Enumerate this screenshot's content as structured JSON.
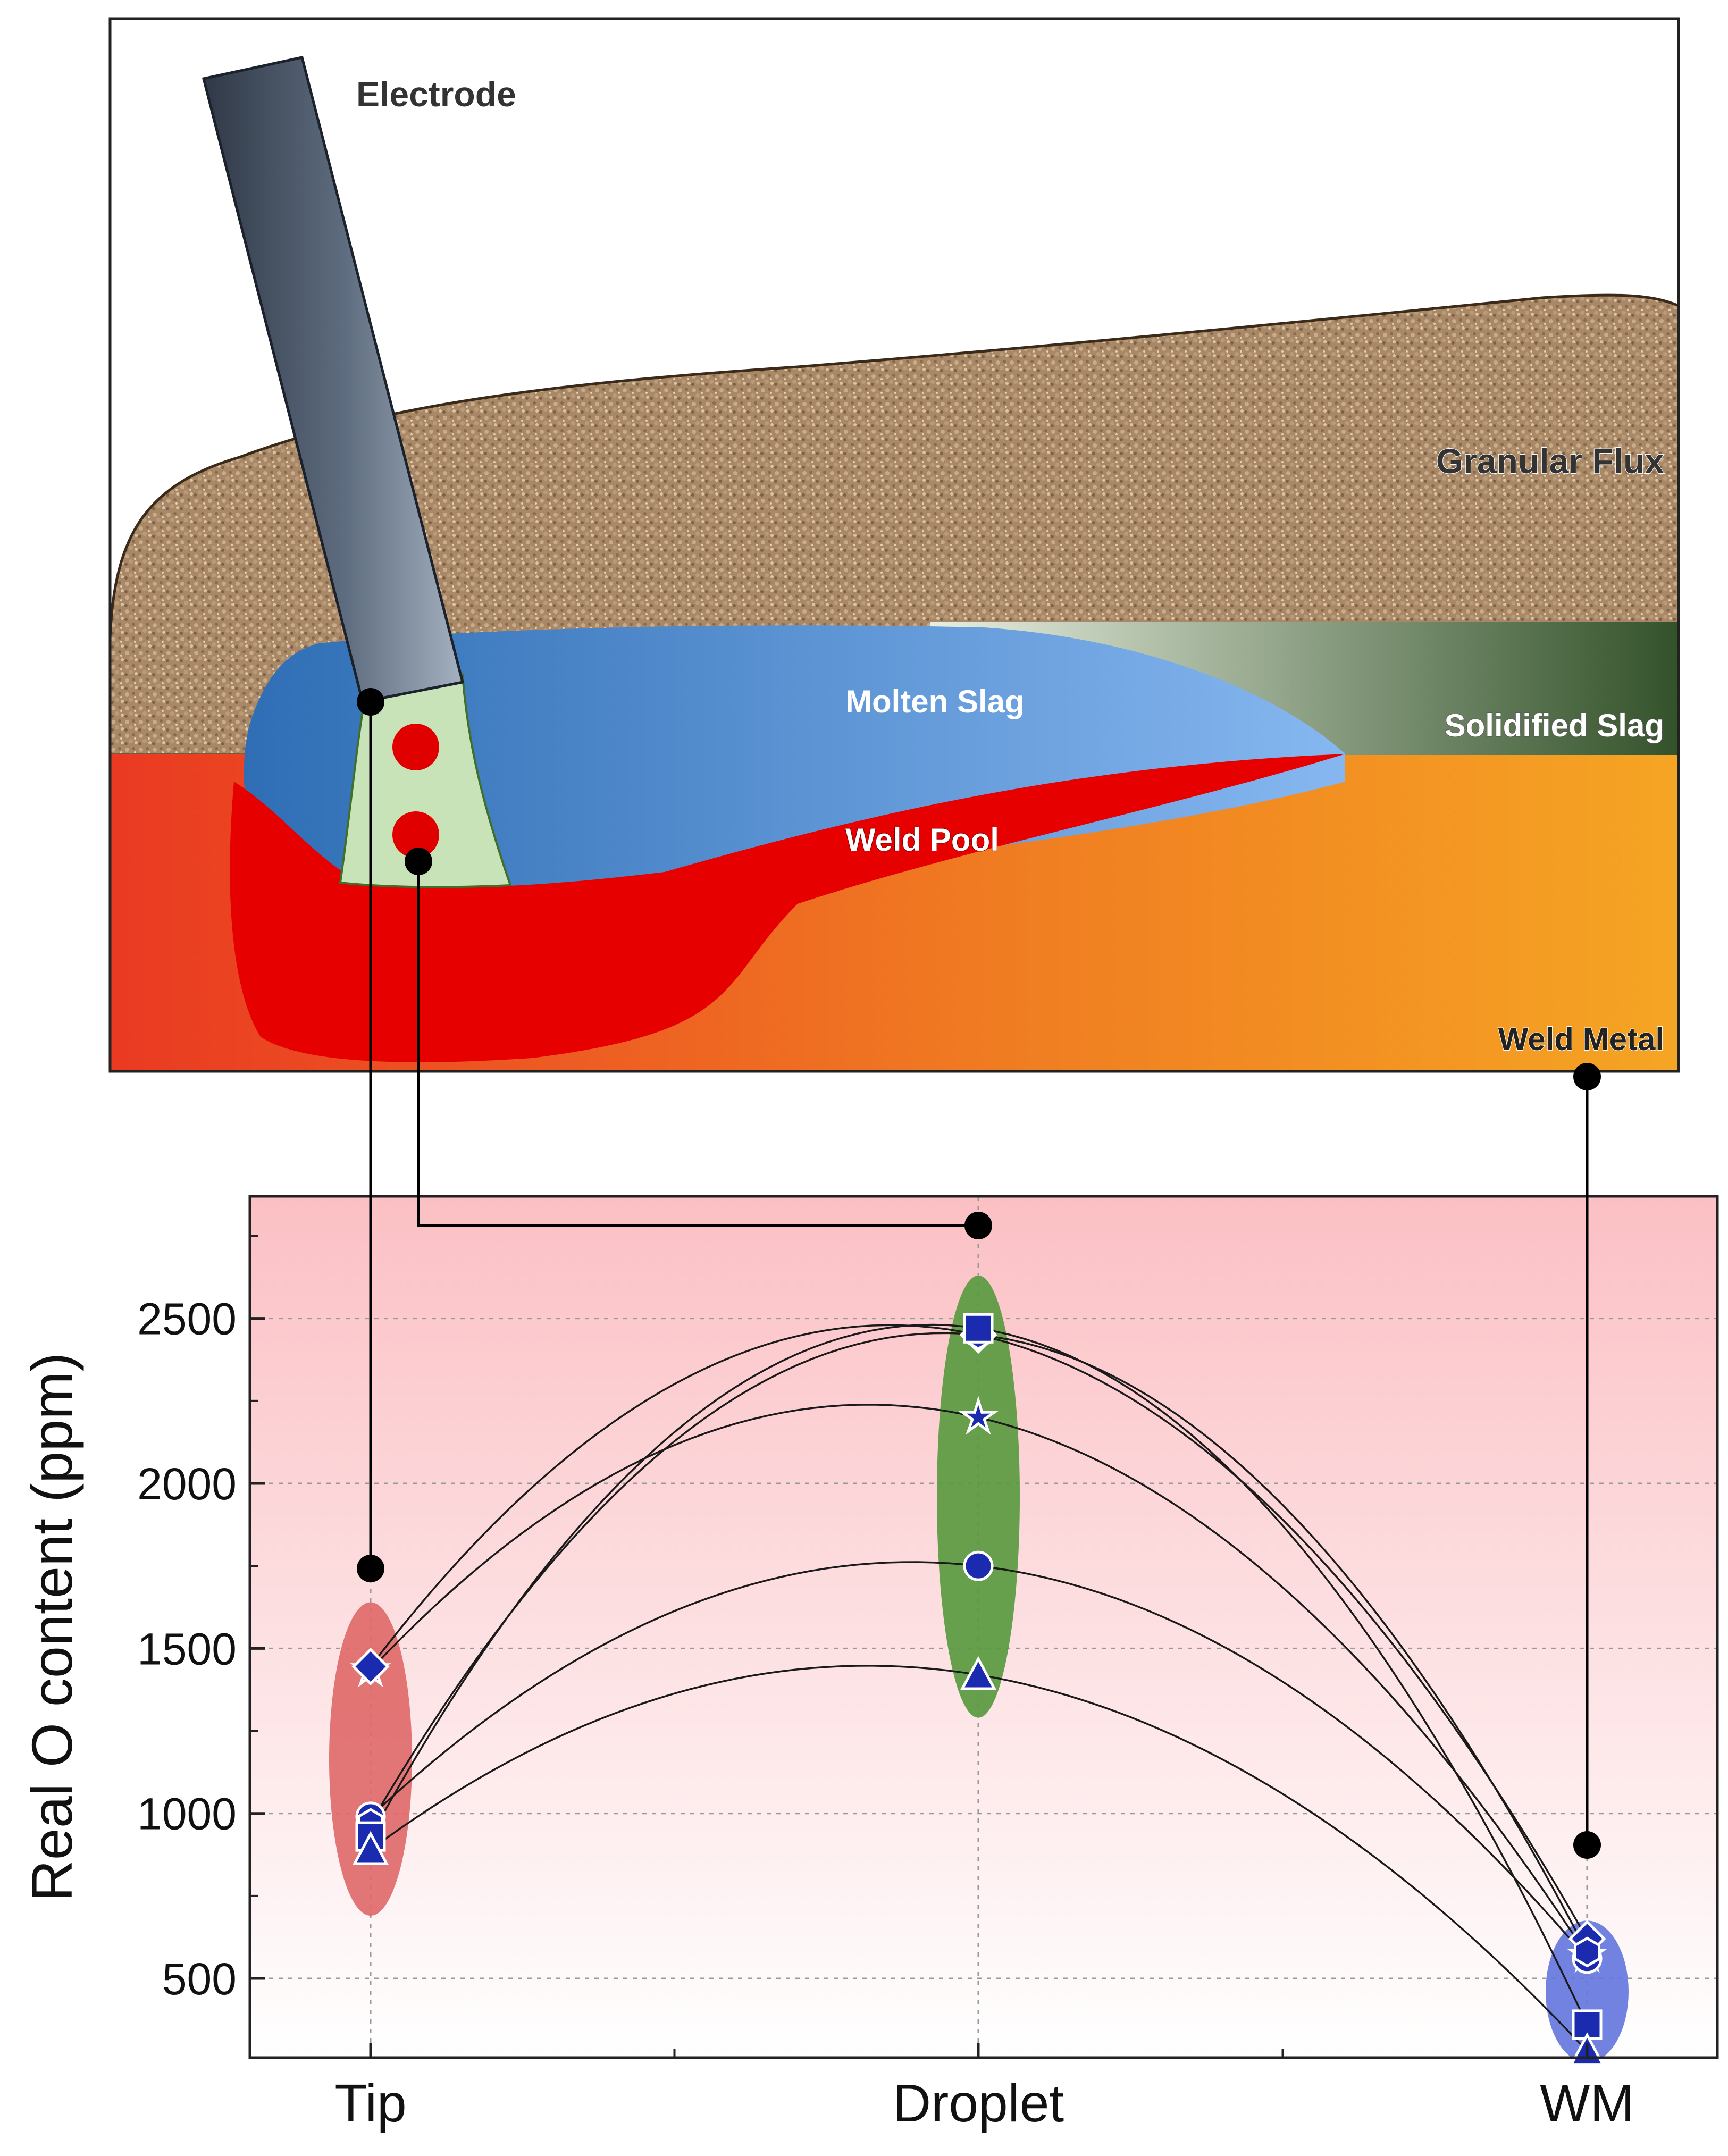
{
  "diagram": {
    "labels": {
      "electrode": "Electrode",
      "granular_flux": "Granular Flux",
      "molten_slag": "Molten Slag",
      "solidified_slag": "Solidified Slag",
      "weld_pool": "Weld Pool",
      "weld_metal": "Weld Metal"
    },
    "colors": {
      "flux": "#a58462",
      "molten_slag": "#3d7fc6",
      "solidified_slag": "#3f5f2f",
      "weld_pool": "#e60000",
      "weld_metal": "#f5a623",
      "arc_region": "#c9e3b8",
      "droplet": "#e00000",
      "electrode": "#3a4656"
    }
  },
  "chart_data": {
    "type": "line",
    "categories": [
      "Tip",
      "Droplet",
      "WM"
    ],
    "ylabel": "Real O content (ppm)",
    "yticks": [
      500,
      1000,
      1500,
      2000,
      2500
    ],
    "ylim": [
      260,
      2870
    ],
    "grid": true,
    "series": [
      {
        "marker": "star",
        "values": [
          1435,
          2200,
          570
        ]
      },
      {
        "marker": "diamond",
        "values": [
          1445,
          2450,
          620
        ]
      },
      {
        "marker": "circle",
        "values": [
          990,
          1750,
          560
        ]
      },
      {
        "marker": "hexagon",
        "values": [
          970,
          2450,
          580
        ]
      },
      {
        "marker": "square",
        "values": [
          930,
          2470,
          360
        ]
      },
      {
        "marker": "triangle",
        "values": [
          890,
          1420,
          280
        ]
      }
    ],
    "clusters": [
      {
        "category": "Tip",
        "color": "#e06a6a",
        "range": [
          690,
          1640
        ]
      },
      {
        "category": "Droplet",
        "color": "#5a9a40",
        "range": [
          1290,
          2630
        ]
      },
      {
        "category": "WM",
        "color": "#6677dd",
        "range": [
          245,
          675
        ]
      }
    ],
    "markers_color": "#1a2bb0"
  }
}
